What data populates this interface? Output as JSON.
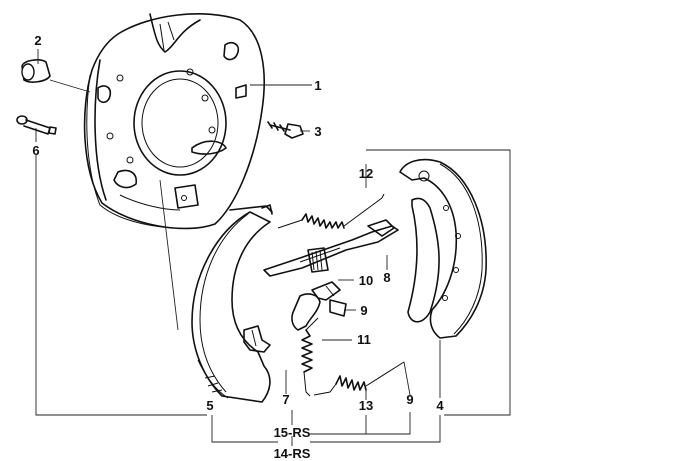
{
  "labels": {
    "l1": "1",
    "l2": "2",
    "l3": "3",
    "l4": "4",
    "l5": "5",
    "l6": "6",
    "l7": "7",
    "l8": "8",
    "l9a": "9",
    "l9b": "9",
    "l10": "10",
    "l11": "11",
    "l12": "12",
    "l13": "13",
    "l14rs": "14-RS",
    "l15rs": "15-RS"
  }
}
